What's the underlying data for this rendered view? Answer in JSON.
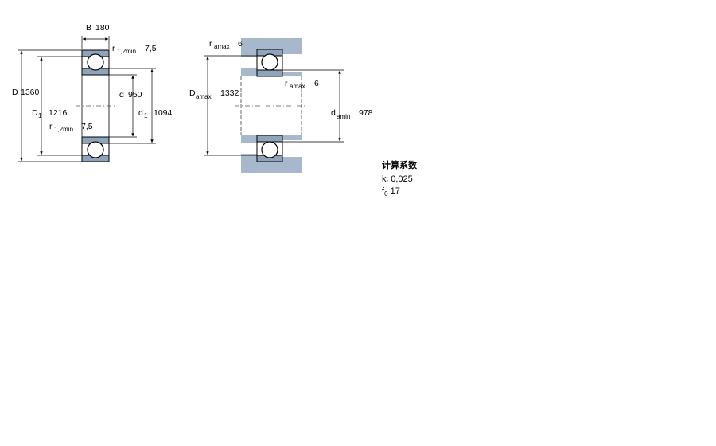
{
  "dims": {
    "B_label": "B",
    "B_value": "180",
    "D_label": "D",
    "D_value": "1360",
    "D1_label": "D",
    "D1_sub": "1",
    "D1_value": "1216",
    "d_label": "d",
    "d_value": "950",
    "d1_label": "d",
    "d1_sub": "1",
    "d1_value": "1094",
    "r_label": "r",
    "r_sub": "1,2min",
    "r_value": "7,5"
  },
  "abutment": {
    "ramax_label": "r",
    "ramax_sub": "amax",
    "ramax_value": "6",
    "Damax_label": "D",
    "Damax_sub": "amax",
    "Damax_value": "1332",
    "damin_label": "d",
    "damin_sub": "amin",
    "damin_value": "978"
  },
  "coefficients": {
    "title": "计算系数",
    "kr_label": "k",
    "kr_sub": "r",
    "kr_value": "0,025",
    "f0_label": "f",
    "f0_sub": "0",
    "f0_value": "17"
  },
  "colors": {
    "housing_fill": "#a8b8cc",
    "ring_fill": "#8fa3bb",
    "line": "#000000"
  }
}
